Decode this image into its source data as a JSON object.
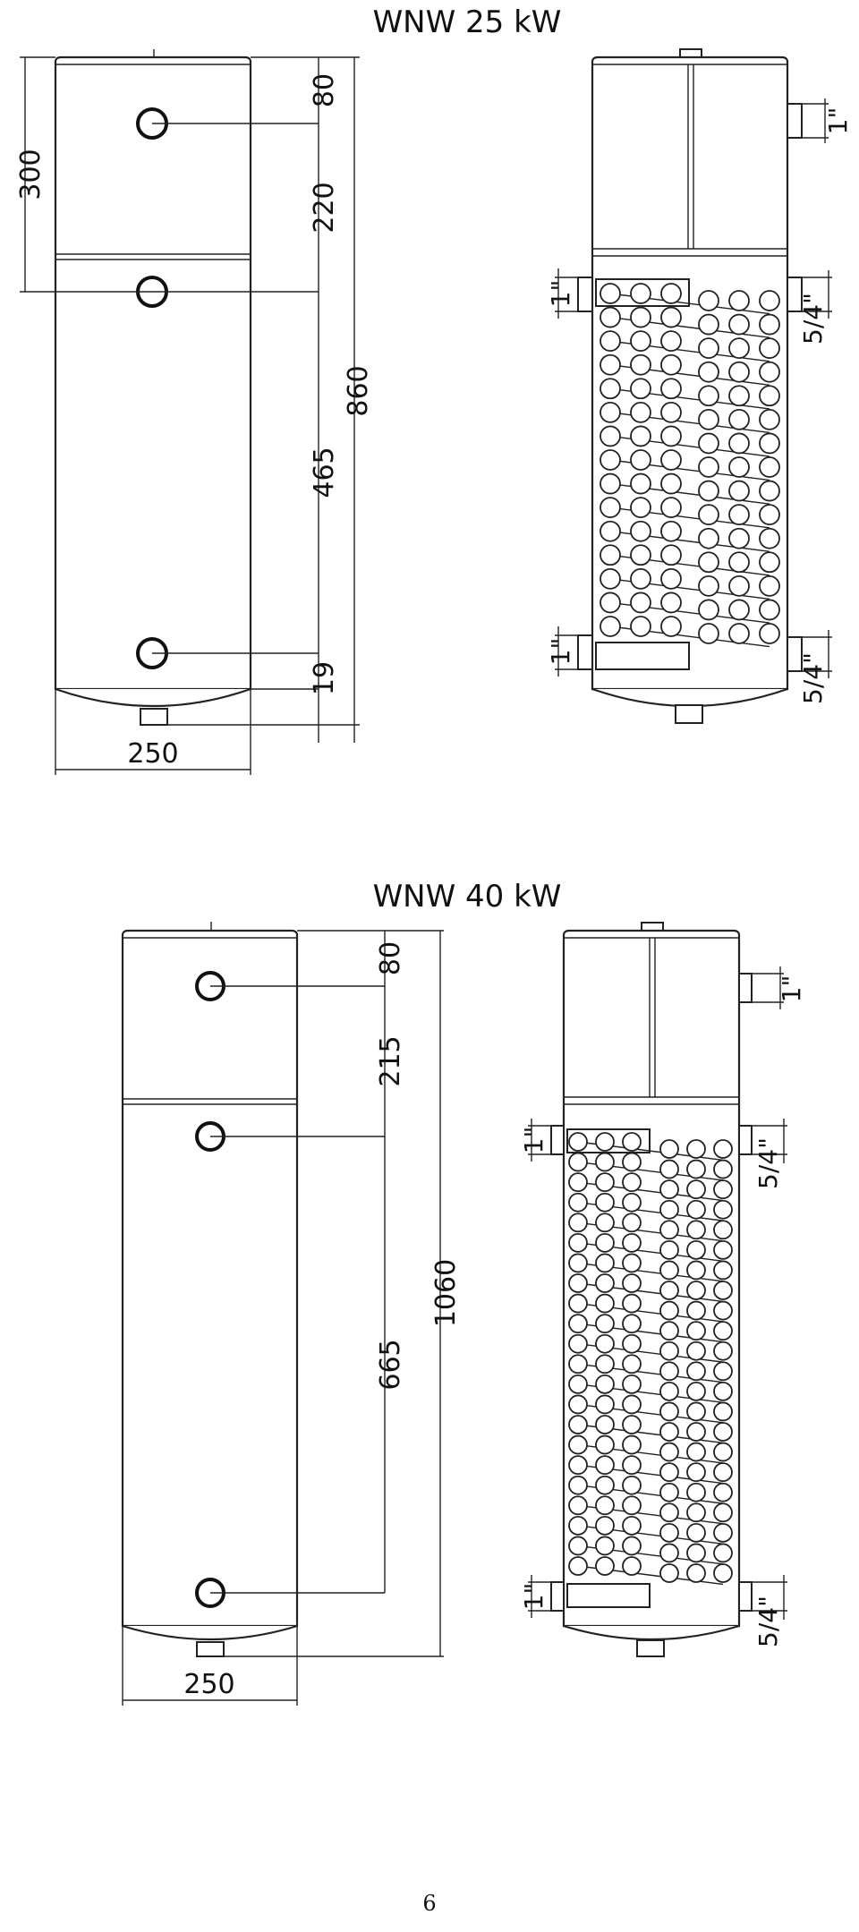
{
  "page_number": "6",
  "colors": {
    "line": "#222222",
    "background": "#ffffff"
  },
  "diagrams": [
    {
      "title": "WNW 25 kW",
      "side_view": {
        "dims_right": [
          "80",
          "220",
          "465",
          "19"
        ],
        "dim_total": "860",
        "dim_left": "300",
        "dim_width": "250"
      },
      "section_view": {
        "conn_top_right": "1\"",
        "conn_upper_left": "1\"",
        "conn_upper_right": "5/4\"",
        "conn_lower_left": "1\"",
        "conn_lower_right": "5/4\""
      }
    },
    {
      "title": "WNW 40 kW",
      "side_view": {
        "dims_right": [
          "80",
          "215",
          "665"
        ],
        "dim_total": "1060",
        "dim_width": "250"
      },
      "section_view": {
        "conn_top_right": "1\"",
        "conn_upper_left": "1\"",
        "conn_upper_right": "5/4\"",
        "conn_lower_left": "1\"",
        "conn_lower_right": "5/4\""
      }
    }
  ]
}
